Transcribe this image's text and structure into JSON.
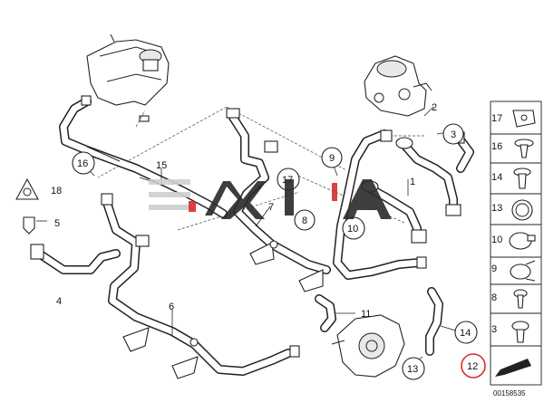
{
  "diagram": {
    "callouts": [
      {
        "id": "c1",
        "label": "1"
      },
      {
        "id": "c2",
        "label": "2"
      },
      {
        "id": "c3",
        "label": "3"
      },
      {
        "id": "c4",
        "label": "4"
      },
      {
        "id": "c5",
        "label": "5"
      },
      {
        "id": "c6",
        "label": "6"
      },
      {
        "id": "c7",
        "label": "7"
      },
      {
        "id": "c8",
        "label": "8"
      },
      {
        "id": "c9",
        "label": "9"
      },
      {
        "id": "c10",
        "label": "10"
      },
      {
        "id": "c11",
        "label": "11"
      },
      {
        "id": "c12",
        "label": "12"
      },
      {
        "id": "c13",
        "label": "13"
      },
      {
        "id": "c14",
        "label": "14"
      },
      {
        "id": "c15",
        "label": "15"
      },
      {
        "id": "c16",
        "label": "16"
      },
      {
        "id": "c17",
        "label": "17"
      },
      {
        "id": "c18",
        "label": "18"
      }
    ],
    "side_panel": [
      {
        "label": "17",
        "icon": "clip-icon"
      },
      {
        "label": "16",
        "icon": "expansion-rivet-icon"
      },
      {
        "label": "14",
        "icon": "push-rivet-icon"
      },
      {
        "label": "13",
        "icon": "seal-ring-icon"
      },
      {
        "label": "10",
        "icon": "hose-clamp-icon"
      },
      {
        "label": "9",
        "icon": "spring-clamp-icon"
      },
      {
        "label": "8",
        "icon": "screw-icon"
      },
      {
        "label": "3",
        "icon": "bolt-icon"
      }
    ],
    "highlight_color": "#d92b2b",
    "diagram_id": "00158535",
    "watermark": {
      "text": "EXIA"
    }
  }
}
